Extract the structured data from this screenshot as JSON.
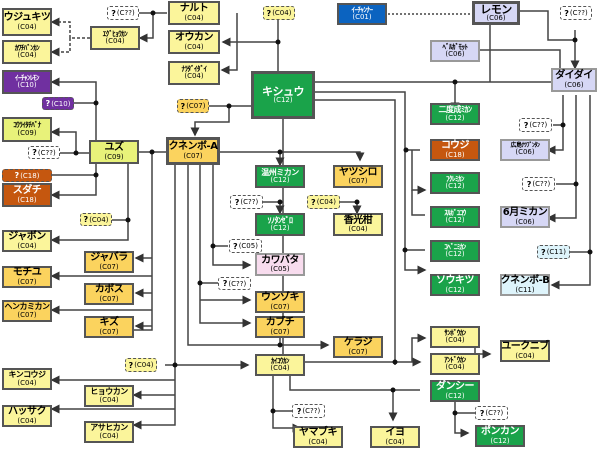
{
  "colors": {
    "C04": "#fbf59b",
    "C07": "#fbd35e",
    "C06": "#d6d7f5",
    "C12": "#1aa34a",
    "C18": "#c5570f",
    "C10": "#7030a0",
    "C09": "#e8f27a",
    "C01": "#0b63c0",
    "C05": "#f8dcee",
    "C11": "#def4fb",
    "unknown": "#ffffff"
  },
  "nodes": [
    {
      "id": "uzyukitu",
      "name": "ウジュキツ",
      "code": "(C04)",
      "group": "C04"
    },
    {
      "id": "kabuchi",
      "name": "ｶﾜﾁﾊﾞﾝｶﾝ",
      "code": "(C04)",
      "group": "C04"
    },
    {
      "id": "ekaryu",
      "name": "ｴｸﾞﾋｮｳｶﾝ",
      "code": "(C04)",
      "group": "C04"
    },
    {
      "id": "naruto",
      "name": "ナルト",
      "code": "(C04)",
      "group": "C04"
    },
    {
      "id": "oukan",
      "name": "オウカン",
      "code": "(C04)",
      "group": "C04"
    },
    {
      "id": "naradaidai",
      "name": "ﾅﾗﾀﾞｲﾀﾞｲ",
      "code": "(C04)",
      "group": "C04"
    },
    {
      "id": "ichang",
      "name": "ｲｰﾁｬﾝﾚﾓﾝ",
      "code": "(C10)",
      "group": "C10"
    },
    {
      "id": "tachibana",
      "name": "ｺｳﾗｲﾀﾁﾊﾞﾅ",
      "code": "(C09)",
      "group": "C09"
    },
    {
      "id": "yuzu",
      "name": "ユズ",
      "code": "(C09)",
      "group": "C09"
    },
    {
      "id": "sudachi",
      "name": "スダチ",
      "code": "(C18)",
      "group": "C18"
    },
    {
      "id": "jabon",
      "name": "ジャボン",
      "code": "(C04)",
      "group": "C04"
    },
    {
      "id": "jabara",
      "name": "ジャバラ",
      "code": "(C07)",
      "group": "C07"
    },
    {
      "id": "mochiyu",
      "name": "モチユ",
      "code": "(C07)",
      "group": "C07"
    },
    {
      "id": "kabosu",
      "name": "カボス",
      "code": "(C07)",
      "group": "C07"
    },
    {
      "id": "henka",
      "name": "ヘンカミカン",
      "code": "(C07)",
      "group": "C07"
    },
    {
      "id": "kizu",
      "name": "キズ",
      "code": "(C07)",
      "group": "C07"
    },
    {
      "id": "kinkouji",
      "name": "キンコウジ",
      "code": "(C04)",
      "group": "C04"
    },
    {
      "id": "hyuga",
      "name": "ヒョウカン",
      "code": "(C04)",
      "group": "C04"
    },
    {
      "id": "hassaku",
      "name": "ハッサク",
      "code": "(C04)",
      "group": "C04"
    },
    {
      "id": "asahikan",
      "name": "アサヒカン",
      "code": "(C04)",
      "group": "C04"
    },
    {
      "id": "kishu",
      "name": "キシュウ",
      "code": "(C12)",
      "group": "C12"
    },
    {
      "id": "kunenboA",
      "name": "クネンボ-A",
      "code": "(C07)",
      "group": "C07"
    },
    {
      "id": "unshu",
      "name": "温州ミカン",
      "code": "(C12)",
      "group": "C12"
    },
    {
      "id": "sonotanzero",
      "name": "ｿﾉﾀﾝｾﾞﾛ",
      "code": "(C12)",
      "group": "C12"
    },
    {
      "id": "yatsushiro",
      "name": "ヤツシロ",
      "code": "(C07)",
      "group": "C07"
    },
    {
      "id": "koukou",
      "name": "香光柑",
      "code": "(C04)",
      "group": "C04"
    },
    {
      "id": "kawabata",
      "name": "カワバタ",
      "code": "(C05)",
      "group": "C05"
    },
    {
      "id": "unzoki",
      "name": "ウンゾキ",
      "code": "(C07)",
      "group": "C07"
    },
    {
      "id": "kabuchi2",
      "name": "カブチ",
      "code": "(C07)",
      "group": "C07"
    },
    {
      "id": "kerashi",
      "name": "ケラジ",
      "code": "(C07)",
      "group": "C07"
    },
    {
      "id": "kaikoukan",
      "name": "ｶｲｺｳｶﾝ",
      "code": "(C04)",
      "group": "C04"
    },
    {
      "id": "yamabuki",
      "name": "ヤマブキ",
      "code": "(C04)",
      "group": "C04"
    },
    {
      "id": "iyo",
      "name": "イヨ",
      "code": "(C04)",
      "group": "C04"
    },
    {
      "id": "ichangensis",
      "name": "ｲｰﾁｬﾝﾅｰ",
      "code": "(C01)",
      "group": "C01"
    },
    {
      "id": "lemon",
      "name": "レモン",
      "code": "(C06)",
      "group": "C06"
    },
    {
      "id": "bergamot",
      "name": "ﾍﾞﾙｶﾞﾓｯﾄ",
      "code": "(C06)",
      "group": "C06"
    },
    {
      "id": "daidai",
      "name": "ダイダイ",
      "code": "(C06)",
      "group": "C06"
    },
    {
      "id": "nidosei",
      "name": "二度成ﾐｶﾝ",
      "code": "(C12)",
      "group": "C12"
    },
    {
      "id": "kouji",
      "name": "コウジ",
      "code": "(C18)",
      "group": "C18"
    },
    {
      "id": "hiroshima",
      "name": "広島ﾅﾂﾌﾞﾝﾀﾝ",
      "code": "(C06)",
      "group": "C06"
    },
    {
      "id": "fukure",
      "name": "ﾌｸﾚﾐｶﾝ",
      "code": "(C12)",
      "group": "C12"
    },
    {
      "id": "suruga",
      "name": "ｽﾙｶﾞﾕｺｳ",
      "code": "(C12)",
      "group": "C12"
    },
    {
      "id": "rokugatsu",
      "name": "6月ミカン",
      "code": "(C06)",
      "group": "C06"
    },
    {
      "id": "kobeni",
      "name": "ｺﾍﾞﾆﾐｶﾝ",
      "code": "(C12)",
      "group": "C12"
    },
    {
      "id": "soukitsu",
      "name": "ソウキツ",
      "code": "(C12)",
      "group": "C12"
    },
    {
      "id": "kunenboB",
      "name": "クネンボ-B",
      "code": "(C11)",
      "group": "C11"
    },
    {
      "id": "sanbou",
      "name": "ｻﾝﾎﾞｳｶﾝ",
      "code": "(C04)",
      "group": "C04"
    },
    {
      "id": "andou",
      "name": "ｱﾝﾄﾞｳｶﾝ",
      "code": "(C04)",
      "group": "C04"
    },
    {
      "id": "yukunibu",
      "name": "ユークニブ",
      "code": "(C04)",
      "group": "C04"
    },
    {
      "id": "danshi",
      "name": "ダンシー",
      "code": "(C12)",
      "group": "C12"
    },
    {
      "id": "ponkan",
      "name": "ポンカン",
      "code": "(C12)",
      "group": "C12"
    }
  ],
  "unknown_parents": [
    {
      "id": "q1",
      "mark": "?",
      "code": "(C??)",
      "group": "unknown"
    },
    {
      "id": "q2",
      "mark": "?",
      "code": "(C04)",
      "group": "C04"
    },
    {
      "id": "q3",
      "mark": "?",
      "code": "(C10)",
      "group": "C10"
    },
    {
      "id": "q4",
      "mark": "?",
      "code": "(C07)",
      "group": "C07"
    },
    {
      "id": "q5",
      "mark": "?",
      "code": "(C??)",
      "group": "unknown"
    },
    {
      "id": "q6",
      "mark": "?",
      "code": "(C18)",
      "group": "C18"
    },
    {
      "id": "q7",
      "mark": "?",
      "code": "(C04)",
      "group": "C04"
    },
    {
      "id": "q8",
      "mark": "?",
      "code": "(C??)",
      "group": "unknown"
    },
    {
      "id": "q9",
      "mark": "?",
      "code": "(C04)",
      "group": "C04"
    },
    {
      "id": "q10",
      "mark": "?",
      "code": "(C05)",
      "group": "unknown"
    },
    {
      "id": "q11",
      "mark": "?",
      "code": "(C??)",
      "group": "unknown"
    },
    {
      "id": "q12",
      "mark": "?",
      "code": "(C04)",
      "group": "C04"
    },
    {
      "id": "q13",
      "mark": "?",
      "code": "(C??)",
      "group": "unknown"
    },
    {
      "id": "q14",
      "mark": "?",
      "code": "(C??)",
      "group": "unknown"
    },
    {
      "id": "q15",
      "mark": "?",
      "code": "(C??)",
      "group": "unknown"
    },
    {
      "id": "q16",
      "mark": "?",
      "code": "(C??)",
      "group": "unknown"
    },
    {
      "id": "q17",
      "mark": "?",
      "code": "(C11)",
      "group": "C11"
    },
    {
      "id": "q18",
      "mark": "?",
      "code": "(C??)",
      "group": "unknown"
    }
  ]
}
